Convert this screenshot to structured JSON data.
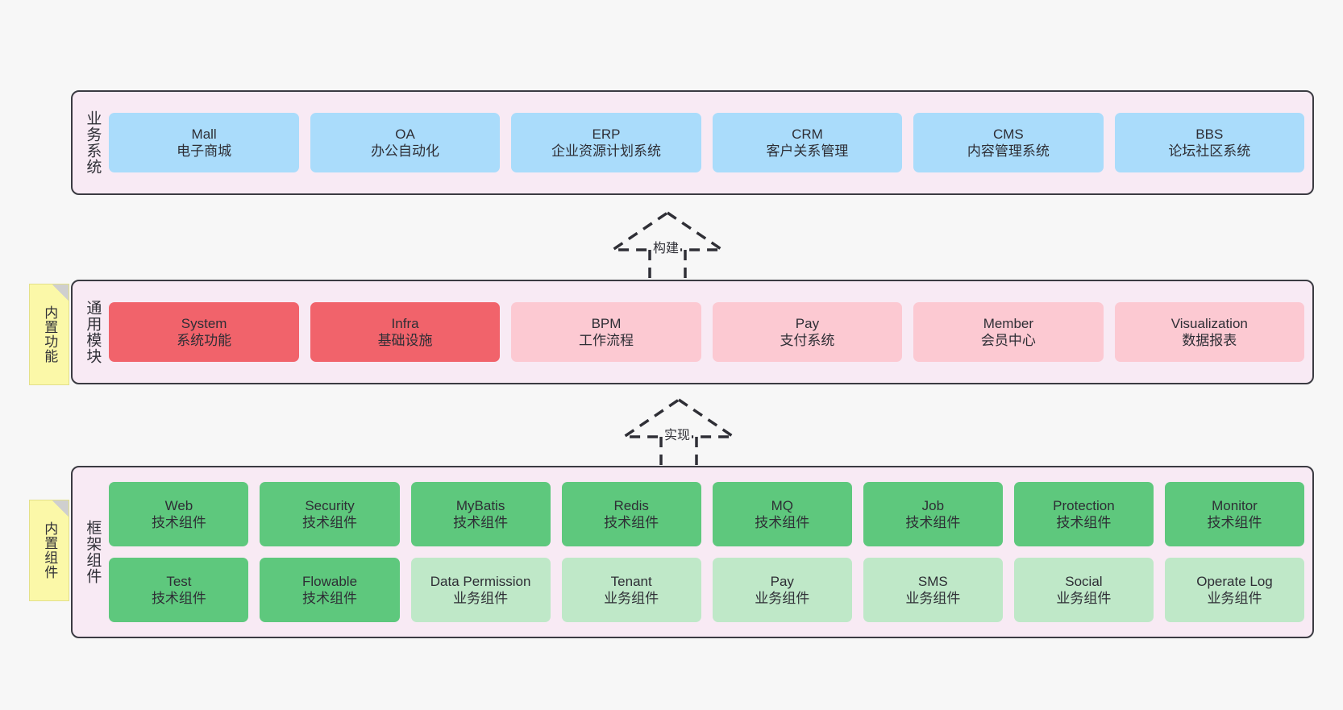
{
  "diagram": {
    "background": "#f7f7f7",
    "panel_fill": "#f8eaf4",
    "panel_border": "#3b3b42",
    "colors": {
      "business": "#aadcfb",
      "core_module": "#f1636b",
      "module": "#fcc9d2",
      "tech_component": "#5ec87d",
      "biz_component": "#bfe8c8",
      "note": "#fbf8a8"
    }
  },
  "layers": [
    {
      "id": "business-system",
      "label": "业务系统",
      "rows": [
        [
          {
            "en": "Mall",
            "cn": "电子商城"
          },
          {
            "en": "OA",
            "cn": "办公自动化"
          },
          {
            "en": "ERP",
            "cn": "企业资源计划系统"
          },
          {
            "en": "CRM",
            "cn": "客户关系管理"
          },
          {
            "en": "CMS",
            "cn": "内容管理系统"
          },
          {
            "en": "BBS",
            "cn": "论坛社区系统"
          }
        ]
      ]
    },
    {
      "id": "common-module",
      "label": "通用模块",
      "note": "内置功能",
      "rows": [
        [
          {
            "en": "System",
            "cn": "系统功能",
            "style": "red"
          },
          {
            "en": "Infra",
            "cn": "基础设施",
            "style": "red"
          },
          {
            "en": "BPM",
            "cn": "工作流程",
            "style": "pink"
          },
          {
            "en": "Pay",
            "cn": "支付系统",
            "style": "pink"
          },
          {
            "en": "Member",
            "cn": "会员中心",
            "style": "pink"
          },
          {
            "en": "Visualization",
            "cn": "数据报表",
            "style": "pink"
          }
        ]
      ]
    },
    {
      "id": "framework-component",
      "label": "框架组件",
      "note": "内置组件",
      "rows": [
        [
          {
            "en": "Web",
            "cn": "技术组件"
          },
          {
            "en": "Security",
            "cn": "技术组件"
          },
          {
            "en": "MyBatis",
            "cn": "技术组件"
          },
          {
            "en": "Redis",
            "cn": "技术组件"
          },
          {
            "en": "MQ",
            "cn": "技术组件"
          },
          {
            "en": "Job",
            "cn": "技术组件"
          },
          {
            "en": "Protection",
            "cn": "技术组件"
          },
          {
            "en": "Monitor",
            "cn": "技术组件"
          }
        ],
        [
          {
            "en": "Test",
            "cn": "技术组件",
            "style": "green"
          },
          {
            "en": "Flowable",
            "cn": "技术组件",
            "style": "green"
          },
          {
            "en": "Data Permission",
            "cn": "业务组件",
            "style": "green-light",
            "wrap": true
          },
          {
            "en": "Tenant",
            "cn": "业务组件",
            "style": "green-light"
          },
          {
            "en": "Pay",
            "cn": "业务组件",
            "style": "green-light"
          },
          {
            "en": "SMS",
            "cn": "业务组件",
            "style": "green-light"
          },
          {
            "en": "Social",
            "cn": "业务组件",
            "style": "green-light"
          },
          {
            "en": "Operate Log",
            "cn": "业务组件",
            "style": "green-light"
          }
        ]
      ]
    }
  ],
  "connectors": [
    {
      "id": "build",
      "label": "构建"
    },
    {
      "id": "implement",
      "label": "实现"
    }
  ]
}
